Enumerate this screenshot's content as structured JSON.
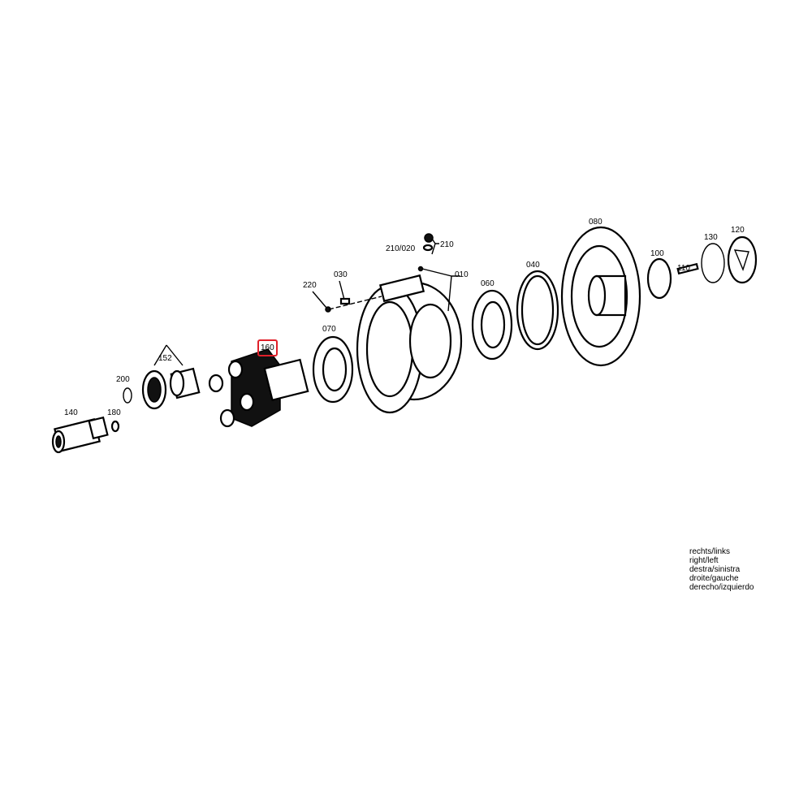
{
  "diagram": {
    "parts": [
      {
        "id": "152",
        "label": "152"
      },
      {
        "id": "160",
        "label": "160",
        "highlighted": true
      },
      {
        "id": "200",
        "label": "200"
      },
      {
        "id": "180",
        "label": "180"
      },
      {
        "id": "140",
        "label": "140"
      },
      {
        "id": "070",
        "label": "070"
      },
      {
        "id": "220",
        "label": "220"
      },
      {
        "id": "030",
        "label": "030"
      },
      {
        "id": "210_020",
        "label": "210/020"
      },
      {
        "id": "210",
        "label": "210"
      },
      {
        "id": "010",
        "label": "010"
      },
      {
        "id": "060",
        "label": "060"
      },
      {
        "id": "040",
        "label": "040"
      },
      {
        "id": "080",
        "label": "080"
      },
      {
        "id": "100",
        "label": "100"
      },
      {
        "id": "110",
        "label": "110"
      },
      {
        "id": "130",
        "label": "130"
      },
      {
        "id": "120",
        "label": "120"
      }
    ],
    "highlight_color": "#e0202a"
  },
  "orientation_legend": [
    "rechts/links",
    "right/left",
    "destra/sinistra",
    "droite/gauche",
    "derecho/izquierdo"
  ]
}
